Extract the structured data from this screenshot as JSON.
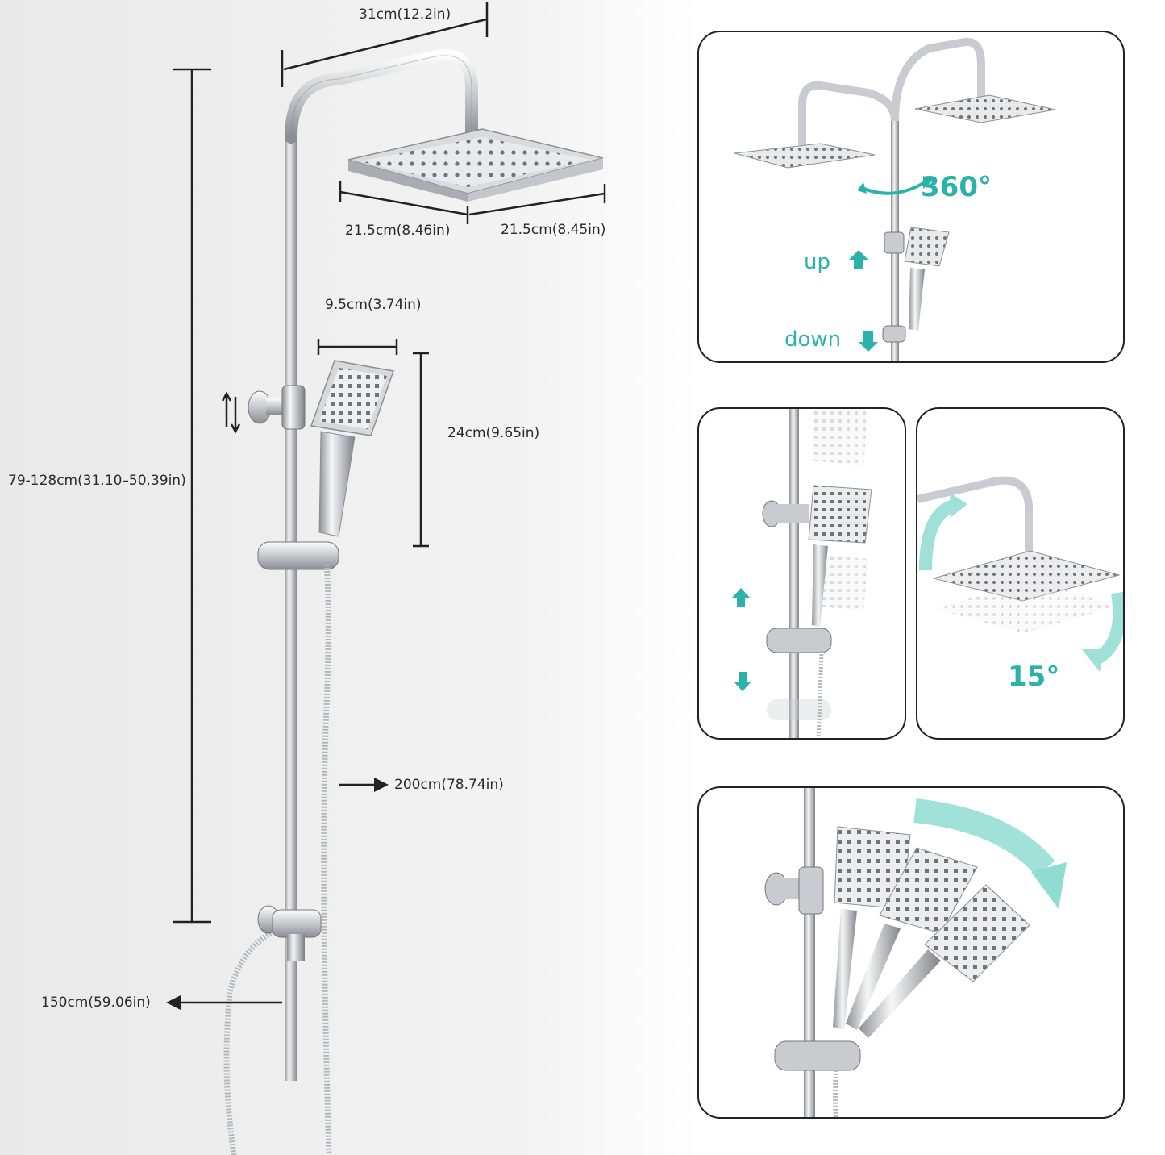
{
  "dimensions": {
    "arm_width": "31cm(12.2in)",
    "total_height": "79-128cm(31.10–50.39in)",
    "head_width_a": "21.5cm(8.46in)",
    "head_width_b": "21.5cm(8.45in)",
    "hand_width": "9.5cm(3.74in)",
    "hand_length": "24cm(9.65in)",
    "hose_long": "200cm(78.74in)",
    "hose_short": "150cm(59.06in)"
  },
  "panel_rotate": {
    "angle": "360°",
    "up": "up",
    "down": "down"
  },
  "panel_tilt": {
    "angle": "15°"
  },
  "colors": {
    "accent": "#2bb3a9",
    "chrome": "#c9ccd0",
    "outline": "#222222"
  },
  "icons": [
    "up-arrow-icon",
    "down-arrow-icon",
    "rotate-arrow-icon",
    "tilt-arrow-icon",
    "swing-arrow-icon",
    "right-arrow-icon",
    "left-arrow-icon"
  ]
}
